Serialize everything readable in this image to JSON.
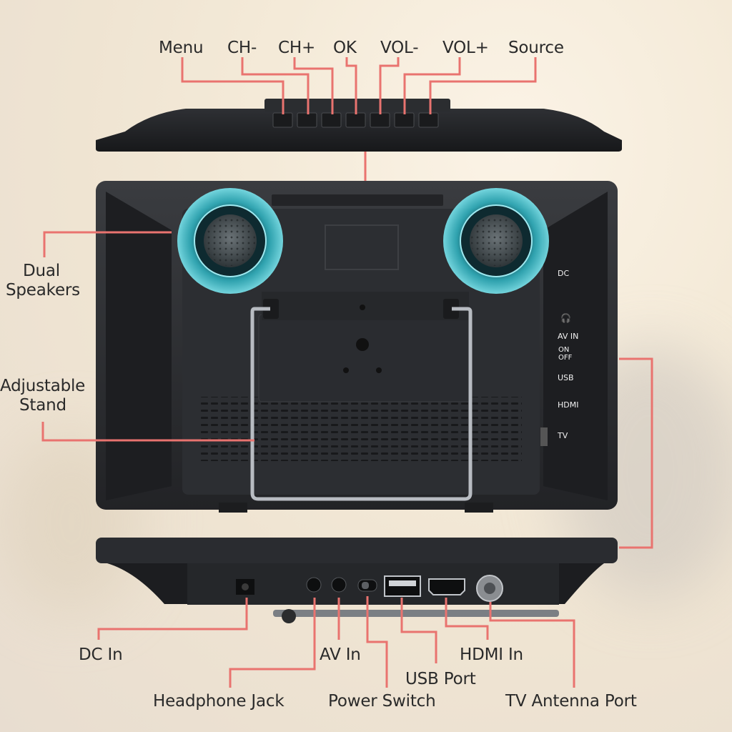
{
  "top_buttons": {
    "menu": "Menu",
    "ch_minus": "CH-",
    "ch_plus": "CH+",
    "ok": "OK",
    "vol_minus": "VOL-",
    "vol_plus": "VOL+",
    "source": "Source"
  },
  "left_features": {
    "speakers_line1": "Dual",
    "speakers_line2": "Speakers",
    "stand_line1": "Adjustable",
    "stand_line2": "Stand"
  },
  "side_panel": {
    "dc": "DC",
    "headphone": "🎧",
    "av_in": "AV IN",
    "on": "ON",
    "off": "OFF",
    "usb": "USB",
    "hdmi": "HDMI",
    "tv": "TV"
  },
  "bottom_ports": {
    "dc_in": "DC In",
    "av_in": "AV In",
    "hdmi_in": "HDMI In",
    "usb_port": "USB Port",
    "headphone_jack": "Headphone Jack",
    "power_switch": "Power Switch",
    "tv_antenna_port": "TV Antenna Port"
  },
  "colors": {
    "leader": "#e9736f",
    "device": "#2b2d30",
    "speaker_glow": "#5fd3df"
  }
}
